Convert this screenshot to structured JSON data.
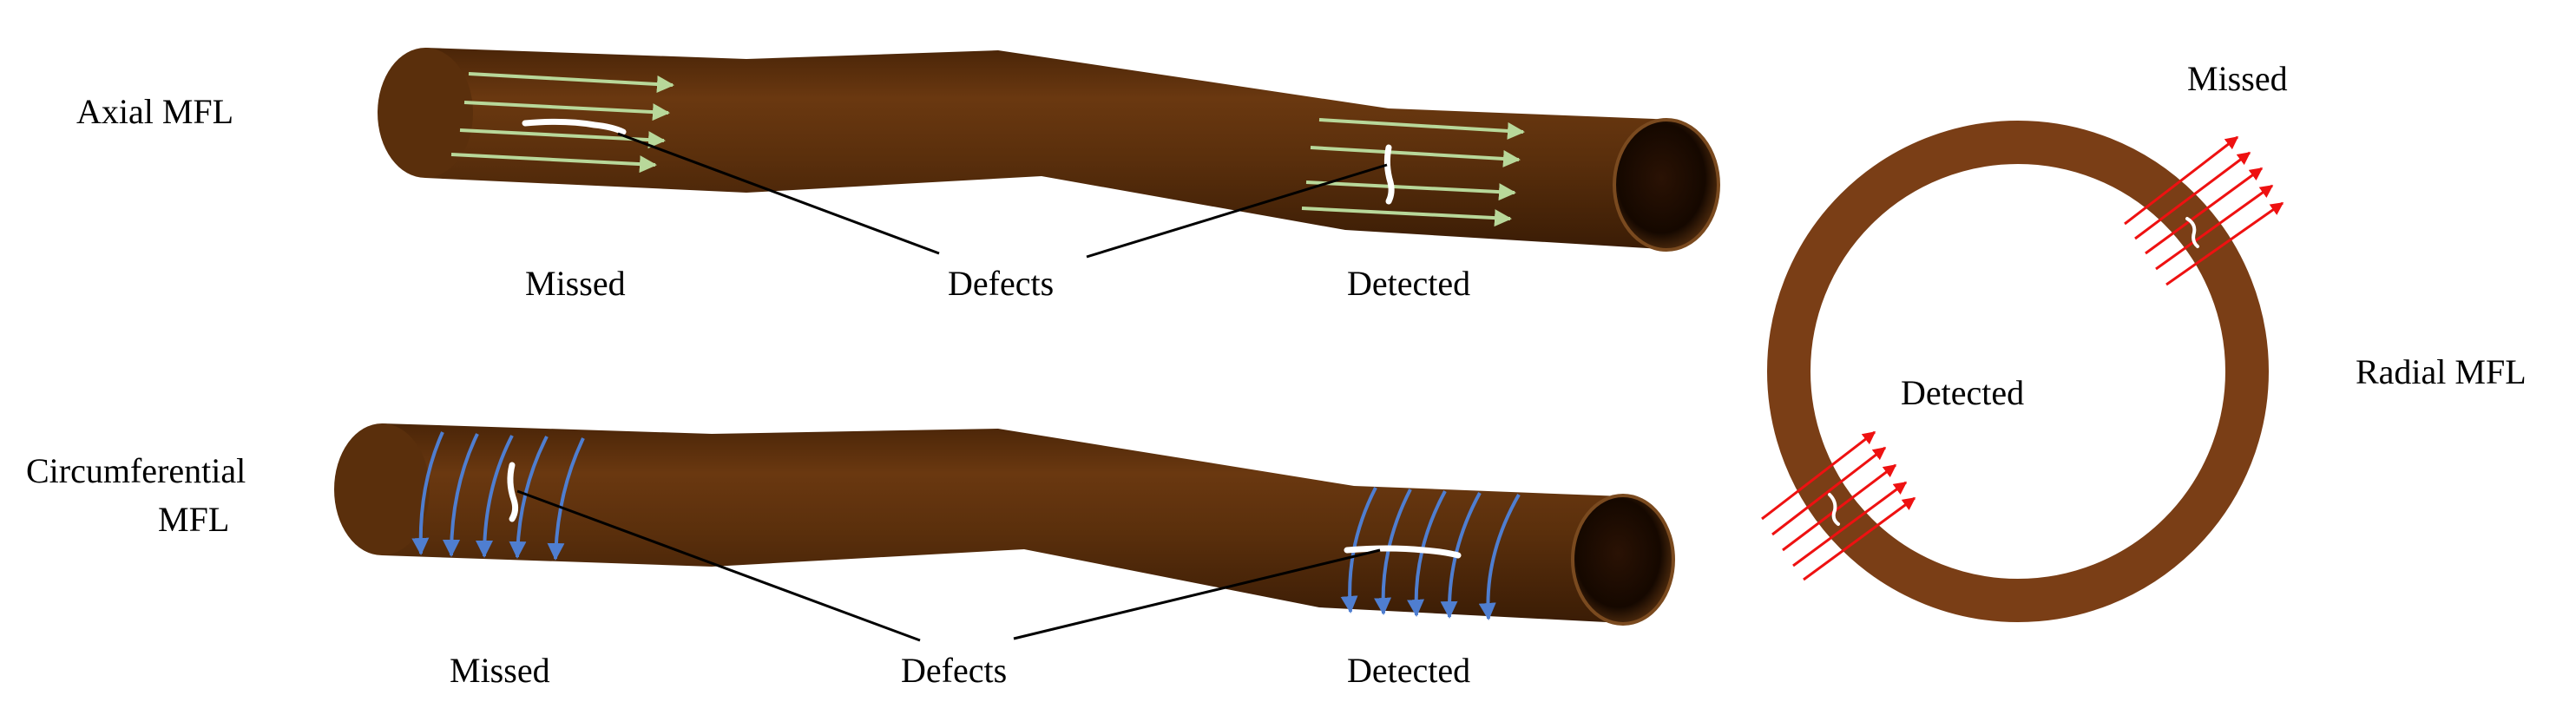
{
  "labels": {
    "axial_title": "Axial MFL",
    "axial_missed": "Missed",
    "axial_defects": "Defects",
    "axial_detected": "Detected",
    "circ_title_line1": "Circumferential",
    "circ_title_line2": "MFL",
    "circ_missed": "Missed",
    "circ_defects": "Defects",
    "circ_detected": "Detected",
    "radial_title": "Radial MFL",
    "radial_missed": "Missed",
    "radial_detected": "Detected"
  },
  "colors": {
    "pipe_body": "#5a2f0c",
    "pipe_shadow": "#3a1c05",
    "pipe_end_dark": "#150800",
    "pipe_end_rim": "#7a4a1f",
    "ring": "#7a3e16",
    "axial_field_arrows": "#b8d89a",
    "circumferential_field_arrows": "#4f7ed0",
    "radial_field_arrows": "#ee1111",
    "defect": "#ffffff",
    "leader_line": "#000000"
  }
}
